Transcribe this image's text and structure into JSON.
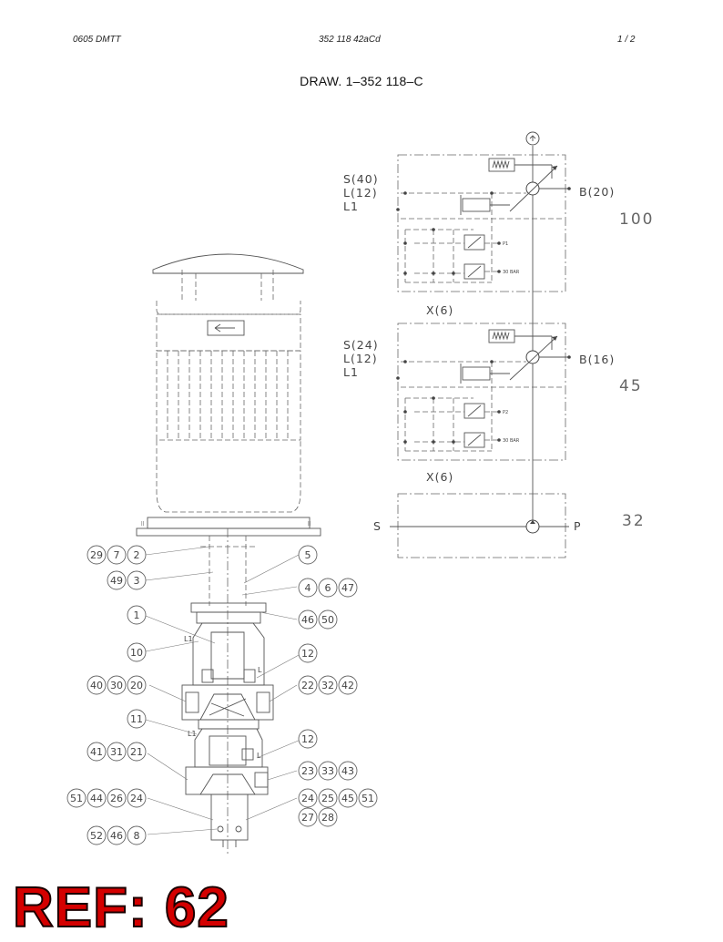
{
  "header": {
    "left": "0605 DMTT",
    "center": "352 118 42aCd",
    "right": "1 /  2"
  },
  "title": "DRAW. 1–352 118–C",
  "schematic": {
    "sections": [
      {
        "left_labels": [
          "S(40)",
          "L(12)",
          "L1"
        ],
        "port_label": "B(20)",
        "size_label": "100",
        "valve_tag_1": "P1",
        "valve_tag_2": "30 BAR",
        "bottom_label": "X(6)"
      },
      {
        "left_labels": [
          "S(24)",
          "L(12)",
          "L1"
        ],
        "port_label": "B(16)",
        "size_label": "45",
        "valve_tag_1": "P2",
        "valve_tag_2": "30 BAR",
        "bottom_label": "X(6)"
      }
    ],
    "gear": {
      "left_label": "S",
      "right_label": "P",
      "size_label": "32"
    }
  },
  "callouts": [
    {
      "id": "c-29-7-2",
      "labels": [
        "29",
        "7",
        "2"
      ]
    },
    {
      "id": "c-49-3",
      "labels": [
        "49",
        "3"
      ]
    },
    {
      "id": "c-5",
      "labels": [
        "5"
      ]
    },
    {
      "id": "c-4-6-47",
      "labels": [
        "4",
        "6",
        "47"
      ]
    },
    {
      "id": "c-46-50",
      "labels": [
        "46",
        "50"
      ]
    },
    {
      "id": "c-1",
      "labels": [
        "1"
      ]
    },
    {
      "id": "c-10",
      "labels": [
        "10"
      ]
    },
    {
      "id": "c-12a",
      "labels": [
        "12"
      ]
    },
    {
      "id": "c-40-30-20",
      "labels": [
        "40",
        "30",
        "20"
      ]
    },
    {
      "id": "c-22-32-42",
      "labels": [
        "22",
        "32",
        "42"
      ]
    },
    {
      "id": "c-11",
      "labels": [
        "11"
      ]
    },
    {
      "id": "c-12b",
      "labels": [
        "12"
      ]
    },
    {
      "id": "c-41-31-21",
      "labels": [
        "41",
        "31",
        "21"
      ]
    },
    {
      "id": "c-23-33-43",
      "labels": [
        "23",
        "33",
        "43"
      ]
    },
    {
      "id": "c-51-44-26-24",
      "labels": [
        "51",
        "44",
        "26",
        "24"
      ]
    },
    {
      "id": "c-24-25-45-51",
      "labels": [
        "24",
        "25",
        "45",
        "51"
      ]
    },
    {
      "id": "c-27-28",
      "labels": [
        "27",
        "28"
      ]
    },
    {
      "id": "c-52-46-8",
      "labels": [
        "52",
        "46",
        "8"
      ]
    }
  ],
  "pump_labels": {
    "l1_top": "L1",
    "l_top": "L",
    "l1_bottom": "L1",
    "l_bottom": "L"
  },
  "stamp": "REF: 62"
}
